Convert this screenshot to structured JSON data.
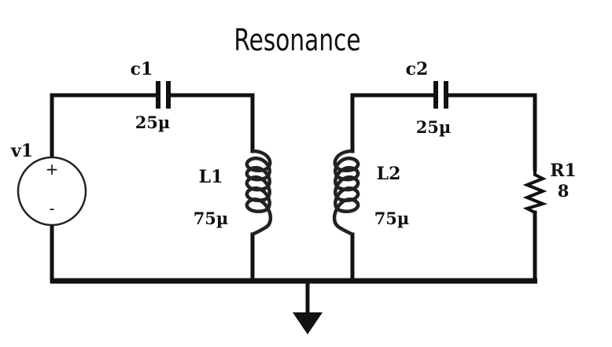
{
  "title": "Resonance",
  "components": {
    "v1": {
      "name": "v1",
      "plus": "+",
      "minus": "-"
    },
    "c1": {
      "name": "c1",
      "value": "25µ"
    },
    "c2": {
      "name": "c2",
      "value": "25µ"
    },
    "L1": {
      "name": "L1",
      "value": "75µ"
    },
    "L2": {
      "name": "L2",
      "value": "75µ"
    },
    "R1": {
      "name": "R1",
      "value": "8"
    }
  },
  "colors": {
    "ink": "#111111",
    "background": "#ffffff"
  }
}
